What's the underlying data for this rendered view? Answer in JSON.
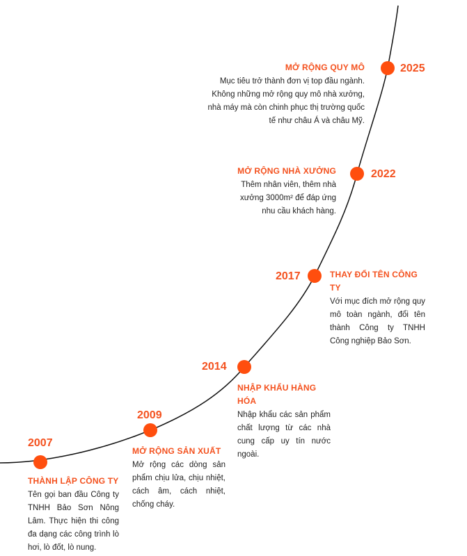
{
  "colors": {
    "accent": "#f4511e",
    "dot": "#ff4e0e",
    "line": "#111111"
  },
  "milestones": [
    {
      "year": "2007",
      "title": "THÀNH LẬP CÔNG TY",
      "text": "Tên gọi ban đầu Công ty TNHH Bảo Sơn Nông Lâm. Thực hiện thi công đa dạng các công trình lò hơi, lò đốt, lò nung."
    },
    {
      "year": "2009",
      "title": "MỞ RỘNG SẢN XUẤT",
      "text": "Mở rộng các dòng sản phẩm chịu lửa, chịu nhiệt, cách âm, cách nhiệt, chống cháy."
    },
    {
      "year": "2014",
      "title": "NHẬP KHẨU HÀNG HÓA",
      "text": "Nhập khẩu các sản phẩm chất lượng từ các nhà cung cấp uy tín nước ngoài."
    },
    {
      "year": "2017",
      "title": "THAY ĐỔI TÊN CÔNG TY",
      "text": "Với mục đích mở rộng quy mô toàn ngành, đổi tên thành Công ty TNHH Công nghiệp Bảo Sơn."
    },
    {
      "year": "2022",
      "title": "MỞ RỘNG NHÀ XƯỞNG",
      "text": "Thêm nhân viên, thêm nhà xưởng 3000m² để đáp ứng nhu cầu khách hàng."
    },
    {
      "year": "2025",
      "title": "MỞ RỘNG QUY MÔ",
      "text": "Mục tiêu trở thành đơn vị top đầu ngành. Không những mở rộng quy mô nhà xưởng, nhà máy mà còn chinh phục thị trường quốc tế như châu Á và châu Mỹ."
    }
  ]
}
